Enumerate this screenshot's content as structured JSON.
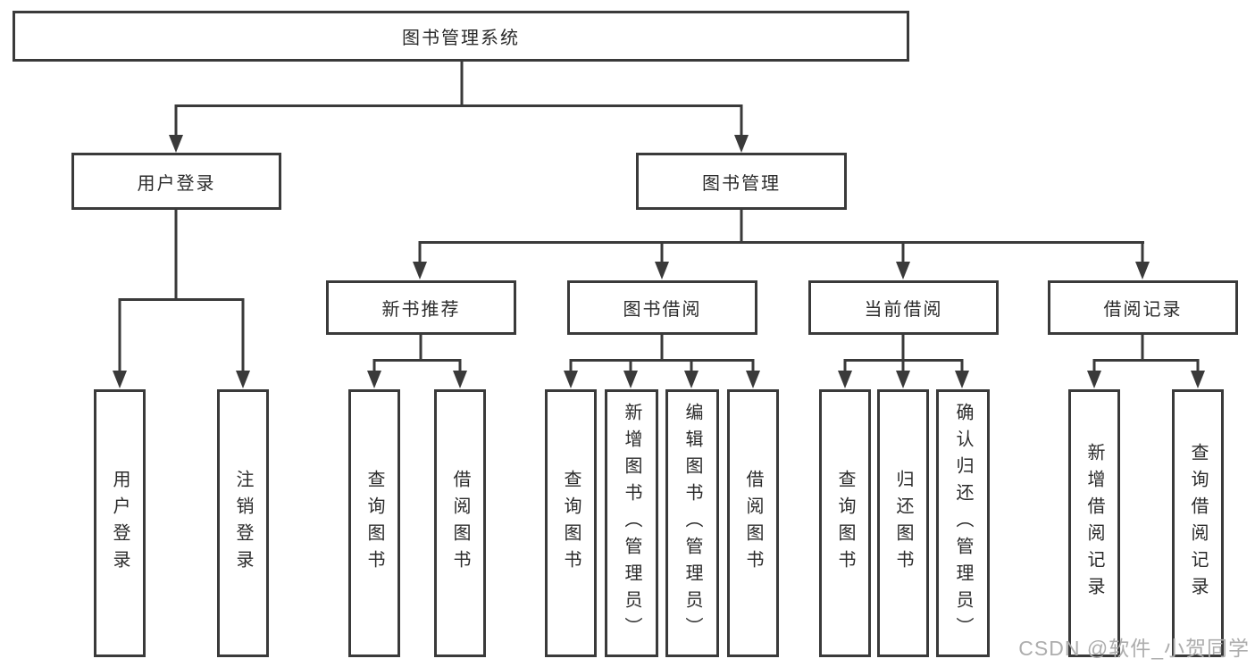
{
  "tree": {
    "root": {
      "label": "图书管理系统",
      "children": [
        {
          "label": "用户登录",
          "children": [
            {
              "label": "用户登录"
            },
            {
              "label": "注销登录"
            }
          ]
        },
        {
          "label": "图书管理",
          "children": [
            {
              "label": "新书推荐",
              "children": [
                {
                  "label": "查询图书"
                },
                {
                  "label": "借阅图书"
                }
              ]
            },
            {
              "label": "图书借阅",
              "children": [
                {
                  "label": "查询图书"
                },
                {
                  "label": "新增图书（管理员）"
                },
                {
                  "label": "编辑图书（管理员）"
                },
                {
                  "label": "借阅图书"
                }
              ]
            },
            {
              "label": "当前借阅",
              "children": [
                {
                  "label": "查询图书"
                },
                {
                  "label": "归还图书"
                },
                {
                  "label": "确认归还（管理员）"
                }
              ]
            },
            {
              "label": "借阅记录",
              "children": [
                {
                  "label": "新增借阅记录"
                },
                {
                  "label": "查询借阅记录"
                }
              ]
            }
          ]
        }
      ]
    }
  },
  "watermark": {
    "text": "CSDN @软件_小贺同学"
  },
  "colors": {
    "line": "#3a3a3a",
    "box_border": "#3a3a3a",
    "box_fill": "#ffffff",
    "text": "#2b2b2b",
    "watermark": "#adadad",
    "background": "#ffffff"
  }
}
